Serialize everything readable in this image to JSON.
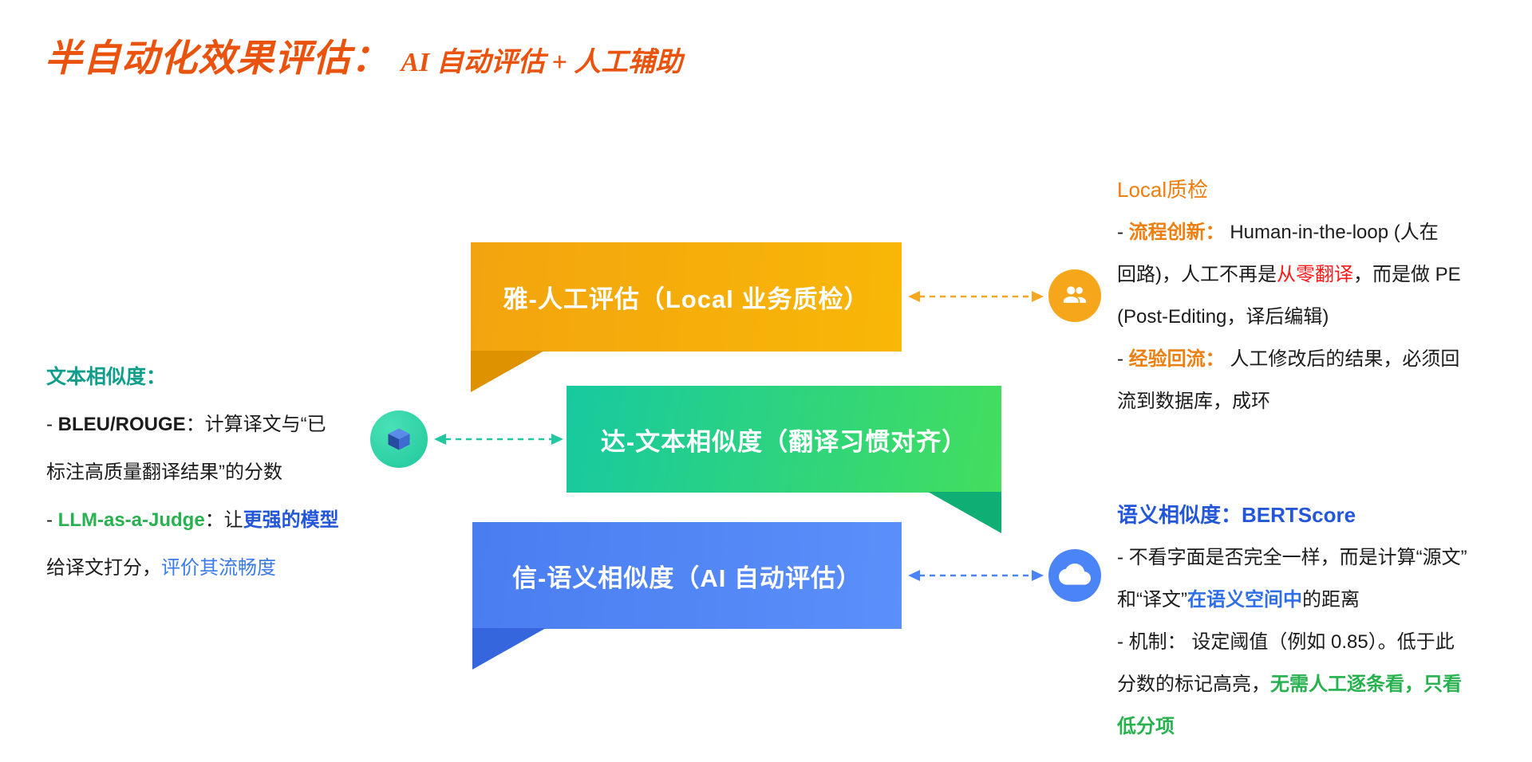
{
  "title": {
    "main": "半自动化效果评估：",
    "sub": "AI 自动评估 + 人工辅助"
  },
  "banners": {
    "ya": {
      "label": "雅-人工评估（Local 业务质检）"
    },
    "da": {
      "label": "达-文本相似度（翻译习惯对齐）"
    },
    "xin": {
      "label": "信-语义相似度（AI 自动评估）"
    }
  },
  "left_block": {
    "heading": "文本相似度：",
    "l1_dash": "- ",
    "l1_bold": "BLEU/ROUGE",
    "l1_rest": "：计算译文与“已",
    "l2": "标注高质量翻译结果”的分数",
    "l3_dash": "- ",
    "l3_green": "LLM-as-a-Judge",
    "l3_mid": "：让",
    "l3_blue": "更强的模型",
    "l4_black": "给译文打分，",
    "l4_blue": "评价其流畅度"
  },
  "right_top": {
    "heading": "Local质检",
    "l1_dash": "- ",
    "l1_orange": "流程创新：",
    "l1_rest": " Human-in-the-loop (人在",
    "l2_a": "回路)，人工不再是",
    "l2_red": "从零翻译",
    "l2_b": "，而是做 PE",
    "l3": "(Post-Editing，译后编辑)",
    "l4_dash": " - ",
    "l4_orange": "经验回流：",
    "l4_rest": " 人工修改后的结果，必须回",
    "l5": "流到数据库，成环"
  },
  "right_bottom": {
    "heading": "语义相似度：BERTScore",
    "l1": "- 不看字面是否完全一样，而是计算“源文”",
    "l2_a": "和“译文”",
    "l2_blue": "在语义空间中",
    "l2_b": "的距离",
    "l3": "- 机制： 设定阈值（例如 0.85）。低于此",
    "l4_a": "分数的标记高亮，",
    "l4_green": "无需人工逐条看，只看",
    "l5_green": "低分项"
  },
  "icons": {
    "users": "users-icon",
    "cloud": "cloud-icon",
    "box": "package-icon"
  },
  "colors": {
    "title": "#E9530E",
    "banner_ya": "#F6AB0E",
    "banner_da_start": "#17C9A0",
    "banner_da_end": "#43DE5E",
    "banner_xin": "#4A84F7",
    "accent_orange": "#EE7E0E",
    "accent_red": "#FF1A1A",
    "accent_green": "#27B24F",
    "accent_blue": "#2356D9",
    "accent_teal": "#0E9E8B"
  }
}
